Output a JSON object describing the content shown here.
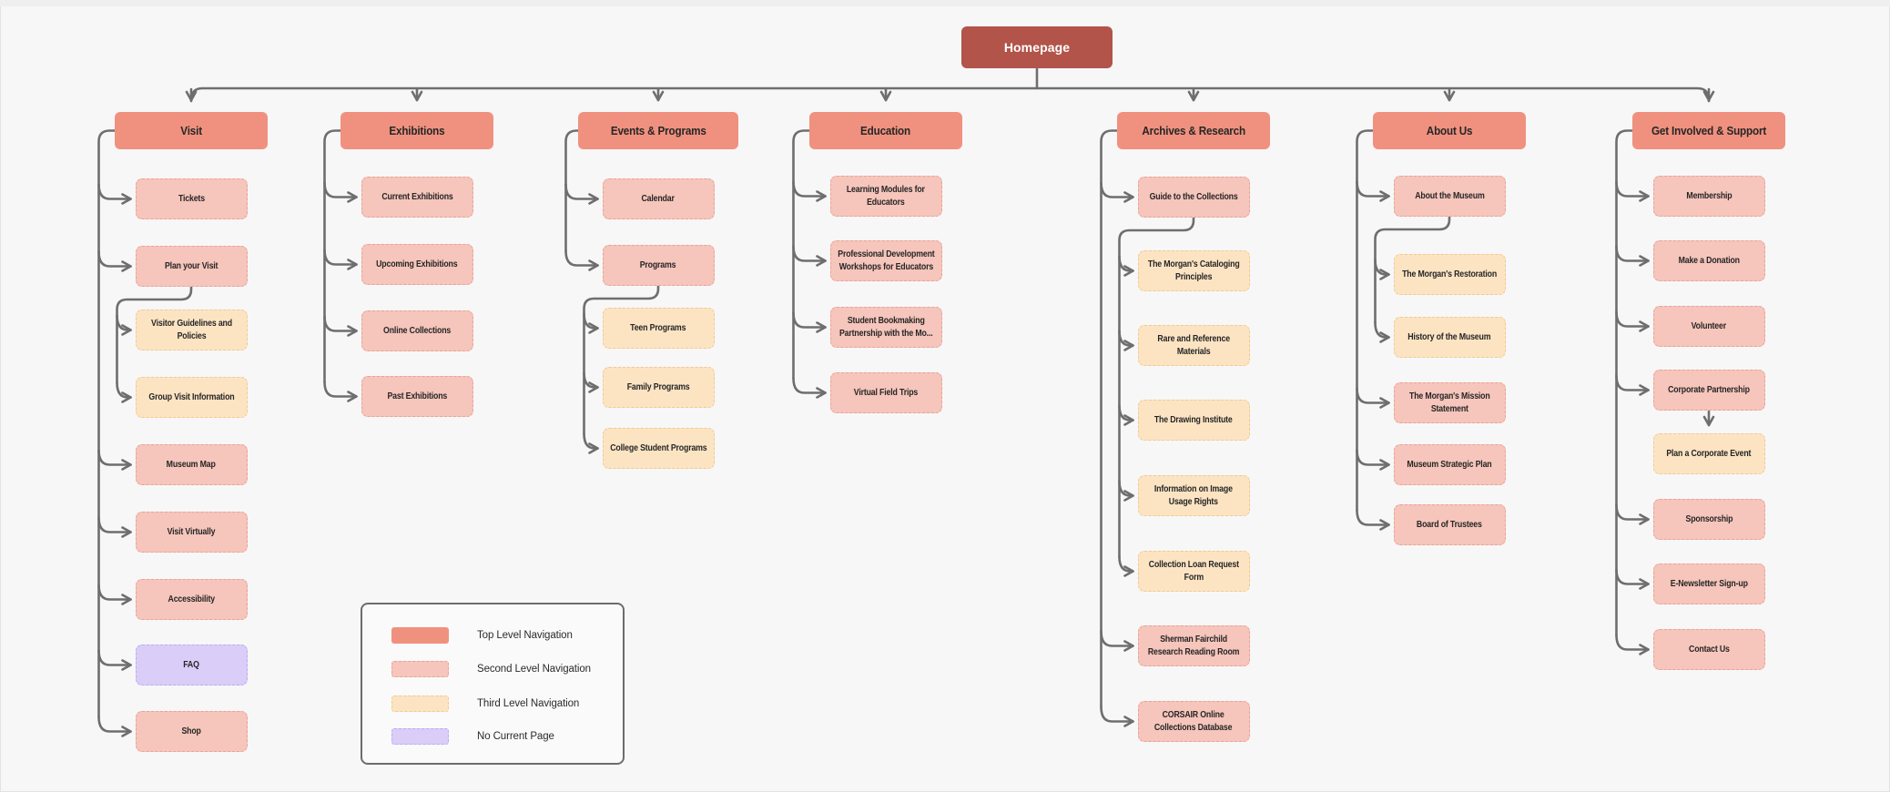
{
  "homepage": {
    "label": "Homepage"
  },
  "colors": {
    "homepage": "#b25449",
    "top_level": "#f0917f",
    "second_level": "#f6c5bb",
    "third_level": "#fce4c3",
    "no_current_page": "#dacdf8",
    "connector": "#6e6e6e",
    "background": "#f7f7f8",
    "text": "#262626",
    "homepage_text": "#ffffff"
  },
  "legend": {
    "items": [
      {
        "label": "Top Level Navigation",
        "level": "top",
        "color": "#f0917f"
      },
      {
        "label": "Second Level Navigation",
        "level": "second",
        "color": "#f6c5bb"
      },
      {
        "label": "Third Level Navigation",
        "level": "third",
        "color": "#fce4c3"
      },
      {
        "label": "No Current Page",
        "level": "none",
        "color": "#dacdf8"
      }
    ]
  },
  "columns": [
    {
      "title": "Visit",
      "nodes": [
        {
          "label": "Tickets",
          "level": "second"
        },
        {
          "label": "Plan your Visit",
          "level": "second"
        },
        {
          "label": "Visitor Guidelines and\nPolicies",
          "level": "third",
          "parent": "Plan your Visit"
        },
        {
          "label": "Group Visit Information",
          "level": "third",
          "parent": "Plan your Visit"
        },
        {
          "label": "Museum Map",
          "level": "second"
        },
        {
          "label": "Visit Virtually",
          "level": "second"
        },
        {
          "label": "Accessibility",
          "level": "second"
        },
        {
          "label": "FAQ",
          "level": "none"
        },
        {
          "label": "Shop",
          "level": "second"
        }
      ]
    },
    {
      "title": "Exhibitions",
      "nodes": [
        {
          "label": "Current Exhibitions",
          "level": "second"
        },
        {
          "label": "Upcoming Exhibitions",
          "level": "second"
        },
        {
          "label": "Online Collections",
          "level": "second"
        },
        {
          "label": "Past Exhibitions",
          "level": "second"
        }
      ]
    },
    {
      "title": "Events & Programs",
      "nodes": [
        {
          "label": "Calendar",
          "level": "second"
        },
        {
          "label": "Programs",
          "level": "second"
        },
        {
          "label": "Teen Programs",
          "level": "third",
          "parent": "Programs"
        },
        {
          "label": "Family Programs",
          "level": "third",
          "parent": "Programs"
        },
        {
          "label": "College Student Programs",
          "level": "third",
          "parent": "Programs"
        }
      ]
    },
    {
      "title": "Education",
      "nodes": [
        {
          "label": "Learning Modules for\nEducators",
          "level": "second"
        },
        {
          "label": "Professional Development\nWorkshops for Educators",
          "level": "second"
        },
        {
          "label": "Student Bookmaking\nPartnership with the Mo...",
          "level": "second"
        },
        {
          "label": "Virtual Field Trips",
          "level": "second"
        }
      ]
    },
    {
      "title": "Archives & Research",
      "nodes": [
        {
          "label": "Guide to the Collections",
          "level": "second"
        },
        {
          "label": "The Morgan's Cataloging\nPrinciples",
          "level": "third",
          "parent": "Guide to the Collections"
        },
        {
          "label": "Rare and Reference\nMaterials",
          "level": "third",
          "parent": "Guide to the Collections"
        },
        {
          "label": "The Drawing Institute",
          "level": "third",
          "parent": "Guide to the Collections"
        },
        {
          "label": "Information on Image\nUsage Rights",
          "level": "third",
          "parent": "Guide to the Collections"
        },
        {
          "label": "Collection Loan Request\nForm",
          "level": "third",
          "parent": "Guide to the Collections"
        },
        {
          "label": "Sherman Fairchild\nResearch Reading Room",
          "level": "second"
        },
        {
          "label": "CORSAIR Online\nCollections Database",
          "level": "second"
        }
      ]
    },
    {
      "title": "About Us",
      "nodes": [
        {
          "label": "About the Museum",
          "level": "second"
        },
        {
          "label": "The Morgan's Restoration",
          "level": "third",
          "parent": "About the Museum"
        },
        {
          "label": "History of the Museum",
          "level": "third",
          "parent": "About the Museum"
        },
        {
          "label": "The Morgan's Mission\nStatement",
          "level": "second"
        },
        {
          "label": "Museum Strategic Plan",
          "level": "second"
        },
        {
          "label": "Board of Trustees",
          "level": "second"
        }
      ]
    },
    {
      "title": "Get Involved & Support",
      "nodes": [
        {
          "label": "Membership",
          "level": "second"
        },
        {
          "label": "Make a Donation",
          "level": "second"
        },
        {
          "label": "Volunteer",
          "level": "second"
        },
        {
          "label": "Corporate Partnership",
          "level": "second"
        },
        {
          "label": "Plan a Corporate Event",
          "level": "third",
          "parent": "Corporate Partnership",
          "connector": "down"
        },
        {
          "label": "Sponsorship",
          "level": "second"
        },
        {
          "label": "E-Newsletter Sign-up",
          "level": "second"
        },
        {
          "label": "Contact Us",
          "level": "second"
        }
      ]
    }
  ]
}
